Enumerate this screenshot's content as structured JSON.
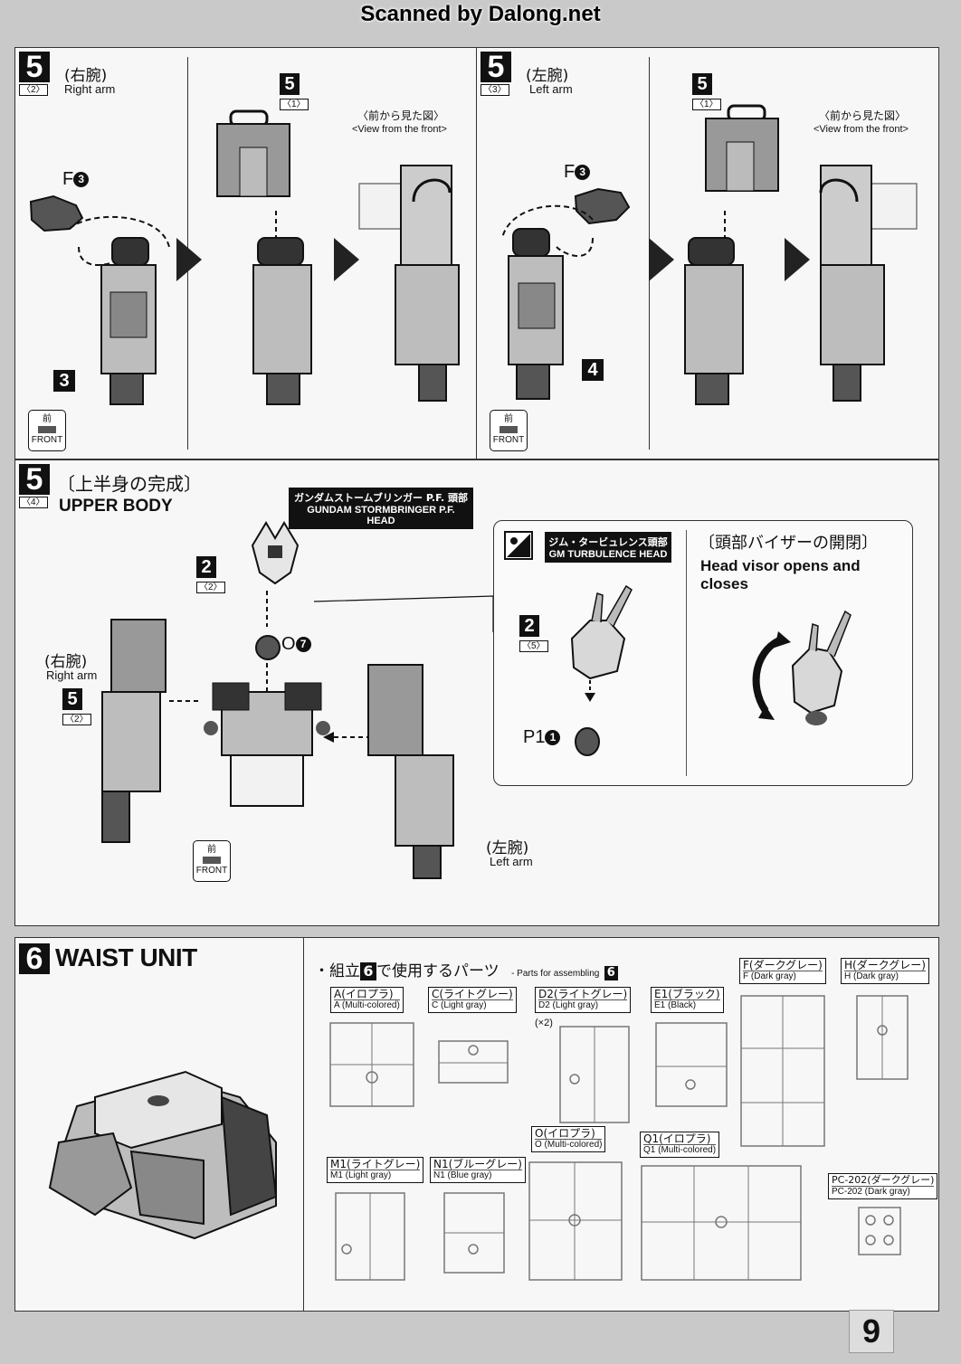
{
  "header": {
    "watermark": "Scanned by Dalong.net"
  },
  "page_number": "9",
  "front_badge": {
    "jp": "前",
    "en": "FRONT"
  },
  "panel_right_arm": {
    "step": "5",
    "substep": "〈2〉",
    "label_jp": "(右腕)",
    "label_en": "Right arm",
    "ref_step": "5",
    "ref_substep": "〈1〉",
    "part": "F",
    "part_num": "3",
    "view_jp": "〈前から見た図〉",
    "view_en": "<View from the front>",
    "number_badge": "3"
  },
  "panel_left_arm": {
    "step": "5",
    "substep": "〈3〉",
    "label_jp": "(左腕)",
    "label_en": "Left arm",
    "ref_step": "5",
    "ref_substep": "〈1〉",
    "part": "F",
    "part_num": "3",
    "view_jp": "〈前から見た図〉",
    "view_en": "<View from the front>",
    "number_badge": "4"
  },
  "panel_upper_body": {
    "step": "5",
    "substep": "〈4〉",
    "label_jp": "〔上半身の完成〕",
    "label_en": "UPPER BODY",
    "head_box_jp": "ガンダムストームブリンガー P.F. 頭部",
    "head_box_en": "GUNDAM STORMBRINGER P.F. HEAD",
    "head_step": "2",
    "head_substep": "〈2〉",
    "part_o": "O",
    "part_o_num": "7",
    "right_arm_jp": "(右腕)",
    "right_arm_en": "Right arm",
    "right_arm_step": "5",
    "right_arm_substep": "〈2〉",
    "left_arm_jp": "(左腕)",
    "left_arm_en": "Left arm",
    "callout": {
      "box_jp": "ジム・タービュレンス頭部",
      "box_en": "GM TURBULENCE HEAD",
      "step": "2",
      "substep": "〈5〉",
      "part": "P1",
      "part_num": "1",
      "visor_jp": "〔頭部バイザーの開閉〕",
      "visor_en": "Head visor opens and closes"
    }
  },
  "panel_waist": {
    "step": "6",
    "title": "WAIST UNIT",
    "parts_jp_pre": "・組立",
    "parts_step": "6",
    "parts_jp_post": "で使用するパーツ",
    "parts_en": "- Parts for assembling",
    "runners": [
      {
        "jp": "A(イロプラ)",
        "en": "A (Multi-colored)"
      },
      {
        "jp": "C(ライトグレー)",
        "en": "C (Light gray)"
      },
      {
        "jp": "D2(ライトグレー)",
        "en": "D2 (Light gray)",
        "note": "(×2)"
      },
      {
        "jp": "E1(ブラック)",
        "en": "E1 (Black)"
      },
      {
        "jp": "F(ダークグレー)",
        "en": "F (Dark gray)"
      },
      {
        "jp": "H(ダークグレー)",
        "en": "H (Dark gray)"
      },
      {
        "jp": "M1(ライトグレー)",
        "en": "M1 (Light gray)"
      },
      {
        "jp": "N1(ブルーグレー)",
        "en": "N1 (Blue gray)"
      },
      {
        "jp": "O(イロプラ)",
        "en": "O (Multi-colored)"
      },
      {
        "jp": "Q1(イロプラ)",
        "en": "Q1 (Multi-colored)"
      },
      {
        "jp": "PC-202(ダークグレー)",
        "en": "PC-202 (Dark gray)"
      }
    ]
  }
}
